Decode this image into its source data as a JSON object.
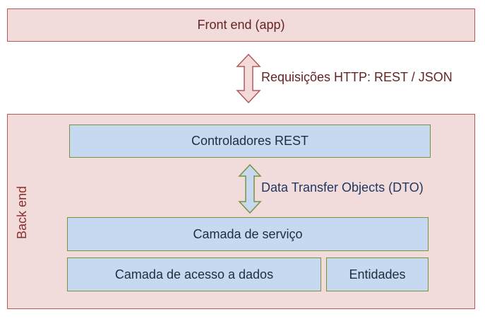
{
  "front_end": {
    "label": "Front end (app)"
  },
  "http_link": {
    "label": "Requisições HTTP: REST / JSON",
    "color_fill": "#f2dcdb",
    "color_stroke": "#b65a58"
  },
  "back_end": {
    "label": "Back end",
    "controllers": "Controladores REST",
    "dto_label": "Data Transfer Objects (DTO)",
    "service_layer": "Camada de serviço",
    "data_access_layer": "Camada de acesso a dados",
    "entities": "Entidades",
    "dto_arrow_fill": "#c6d9f1",
    "dto_arrow_stroke": "#77933c"
  }
}
